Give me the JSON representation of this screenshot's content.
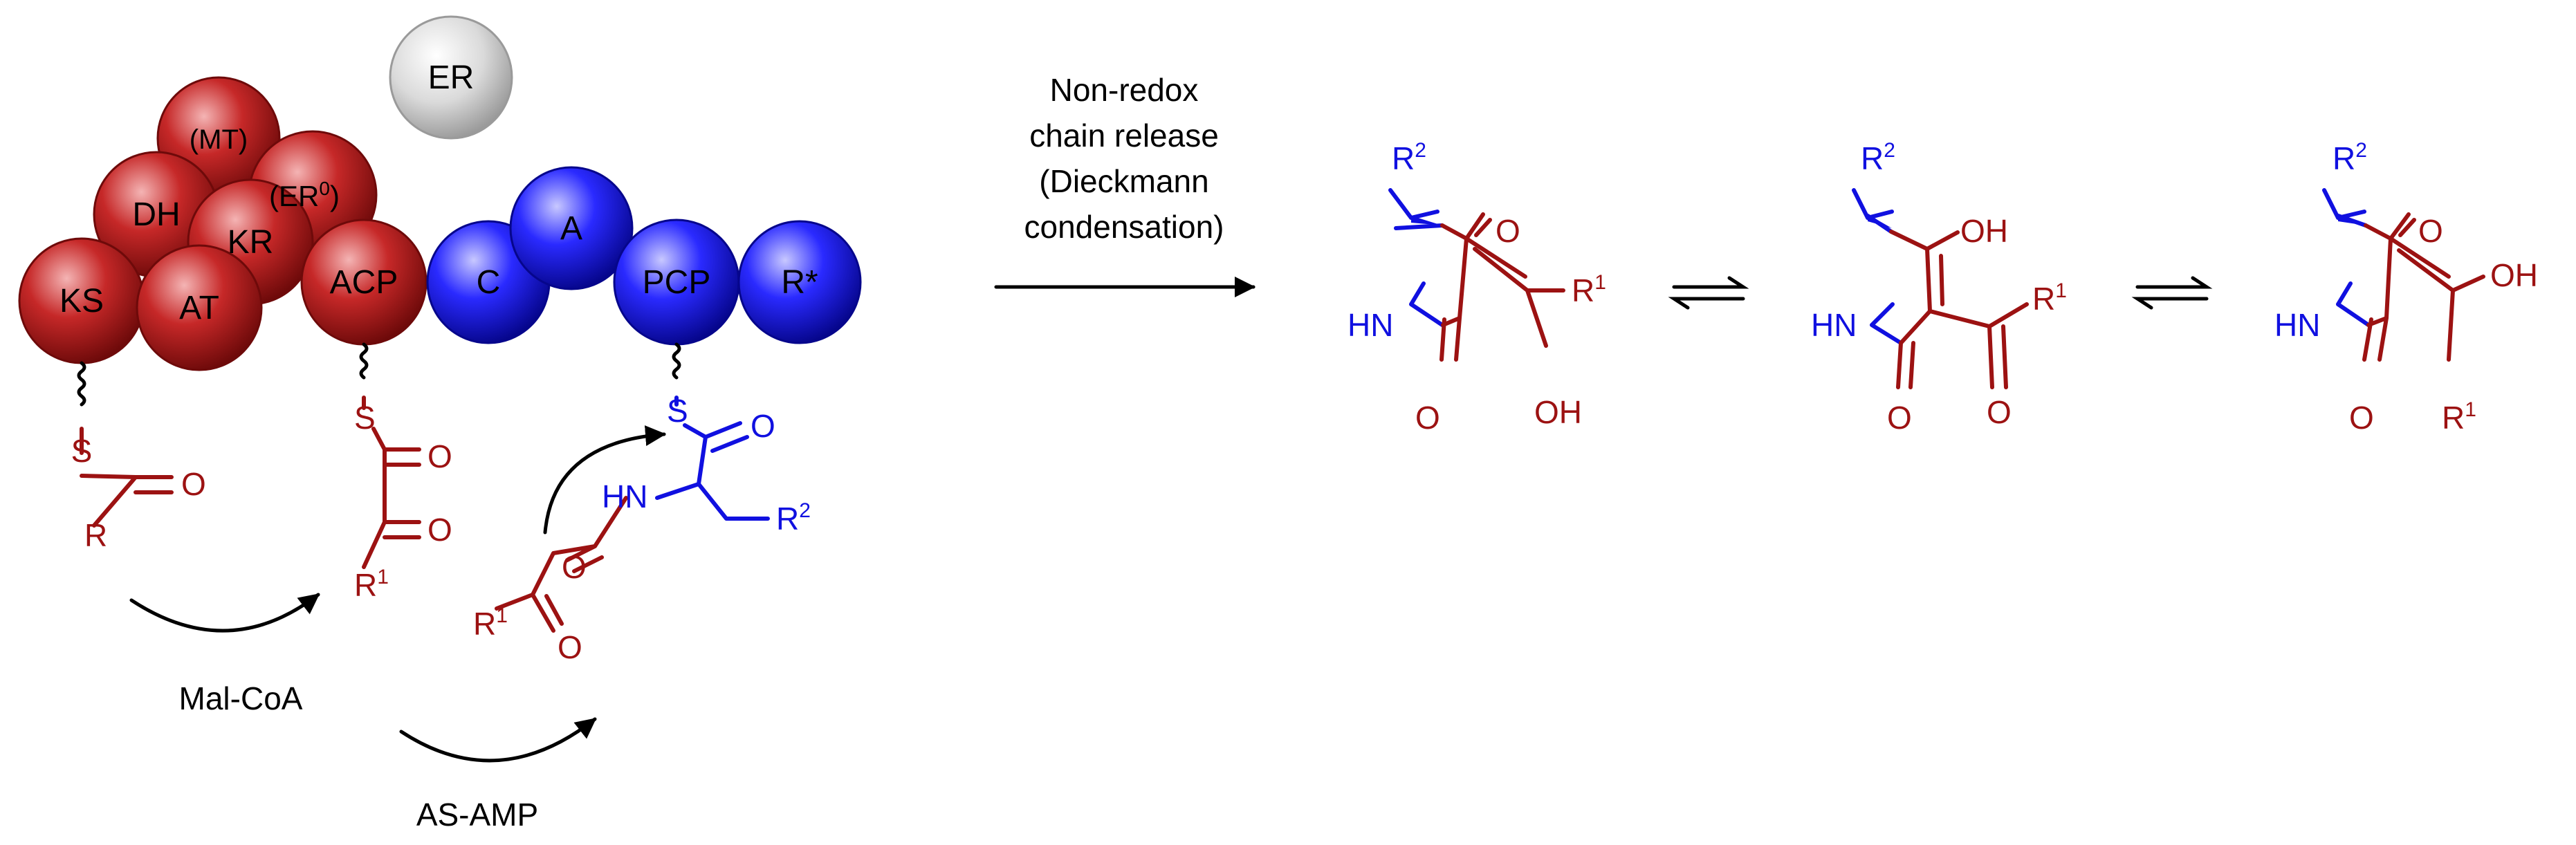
{
  "colors": {
    "pks_domain": "#9c1212",
    "nrps_domain": "#1010e0",
    "er_domain": "#c8c8c8",
    "polyketide_atoms": "#9c1212",
    "amino_acid_atoms": "#1010e0",
    "arrows": "#000000"
  },
  "domains": {
    "er": "ER",
    "mt": "(MT)",
    "dh": "DH",
    "er0": "(ER",
    "er0_sup": "0",
    "er0_close": ")",
    "kr": "KR",
    "ks": "KS",
    "at": "AT",
    "acp": "ACP",
    "c": "C",
    "a": "A",
    "pcp": "PCP",
    "rstar": "R*"
  },
  "intermediates": {
    "ks": {
      "s": "S",
      "o": "O",
      "r": "R"
    },
    "acp": {
      "s": "S",
      "o1": "O",
      "o2": "O",
      "r": "R",
      "r_sup": "1"
    },
    "pcp": {
      "s": "S",
      "o": "O",
      "hn": "HN",
      "r2": "R",
      "r2_sup": "2",
      "o_amide": "O",
      "r1": "R",
      "r1_sup": "1",
      "o_keto": "O"
    }
  },
  "reagents": {
    "mal_coa": "Mal-CoA",
    "as_amp": "AS-AMP"
  },
  "release": {
    "line1": "Non-redox",
    "line2": "chain release",
    "line3": "(Dieckmann",
    "line4": "condensation)"
  },
  "tautomers": [
    {
      "r2": "R",
      "r2_sup": "2",
      "keto_o": "O",
      "nh": "HN",
      "lactam_o": "O",
      "r1": "R",
      "r1_sup": "1",
      "oh": "OH"
    },
    {
      "r2": "R",
      "r2_sup": "2",
      "oh": "OH",
      "nh": "HN",
      "lactam_o": "O",
      "r1": "R",
      "r1_sup": "1",
      "acyl_o": "O"
    },
    {
      "r2": "R",
      "r2_sup": "2",
      "keto_o": "O",
      "nh": "HN",
      "lactam_o": "O",
      "r1": "R",
      "r1_sup": "1",
      "oh": "OH"
    }
  ]
}
